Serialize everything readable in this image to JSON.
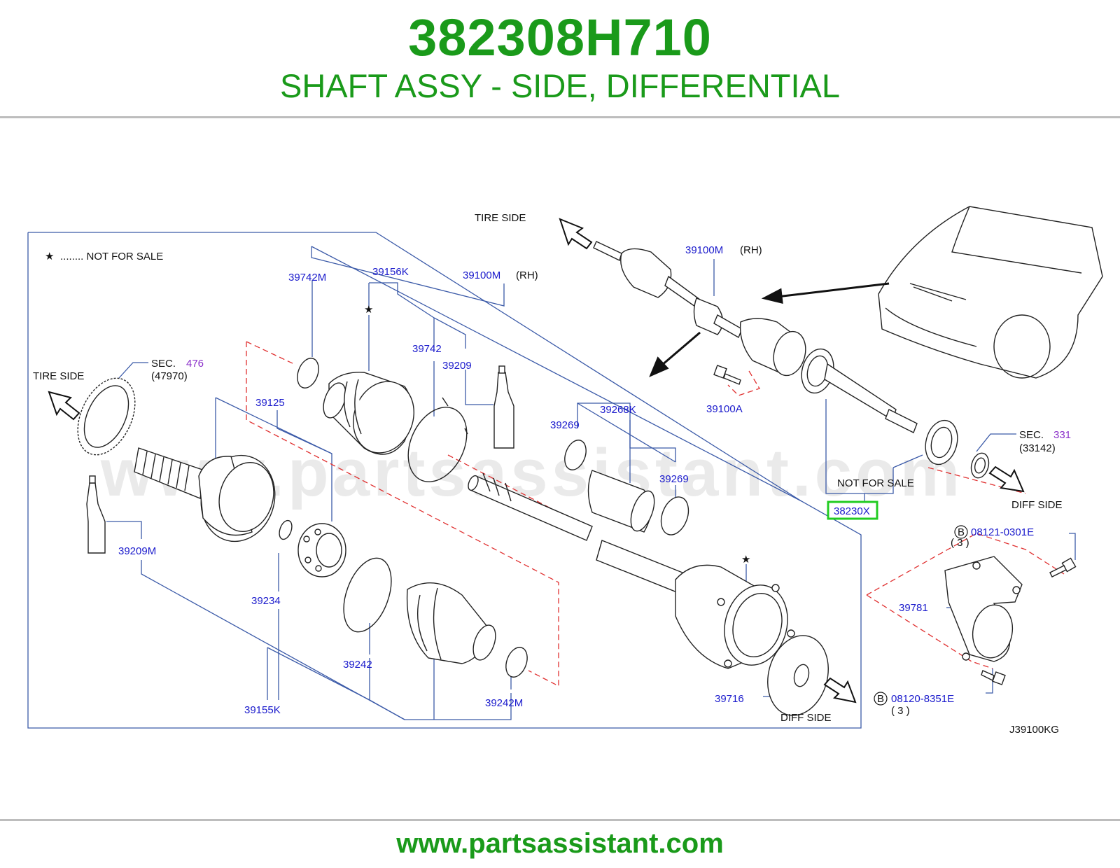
{
  "header": {
    "part_number": "382308H710",
    "part_title": "SHAFT ASSY - SIDE, DIFFERENTIAL"
  },
  "footer": {
    "website": "www.partsassistant.com"
  },
  "watermark": "www.partsassistant.com",
  "colors": {
    "brand_green": "#1a9a1a",
    "callout_blue": "#1a1acc",
    "section_purple": "#8a2fc9",
    "leader_blue": "#3b5aa8",
    "dashed_red": "#e03030",
    "highlight_green": "#22cc22"
  },
  "diagram": {
    "code": "J39100KG",
    "legend": {
      "star": "★",
      "text": "........  NOT  FOR  SALE"
    },
    "side_labels": {
      "tire_side_top": "TIRE   SIDE",
      "tire_side_left": "TIRE   SIDE",
      "diff_side_right": "DIFF   SIDE",
      "diff_side_bottom": "DIFF   SIDE",
      "not_for_sale": "NOT   FOR   SALE",
      "rh_1": "(RH)",
      "rh_2": "(RH)"
    },
    "sections": {
      "sec_476": {
        "prefix": "SEC.",
        "number": "476",
        "ref": "(47970)"
      },
      "sec_331": {
        "prefix": "SEC.",
        "number": "331",
        "ref": "(33142)"
      }
    },
    "bolts": {
      "b1": {
        "badge": "B",
        "code": "08121-0301E",
        "qty": "( 3 )"
      },
      "b2": {
        "badge": "B",
        "code": "08120-8351E",
        "qty": "( 3 )"
      }
    },
    "stars": [
      "★",
      "★"
    ],
    "callouts": {
      "c39100M_top": "39100M",
      "c39100M_mid": "39100M",
      "c39742M": "39742M",
      "c39156K": "39156K",
      "c39742": "39742",
      "c39209": "39209",
      "c39125": "39125",
      "c39209M": "39209M",
      "c39234": "39234",
      "c39242": "39242",
      "c39155K": "39155K",
      "c39242M": "39242M",
      "c39268K": "39268K",
      "c39269a": "39269",
      "c39269b": "39269",
      "c39100A": "39100A",
      "c38230X": "38230X",
      "c39781": "39781",
      "c39716": "39716"
    }
  }
}
